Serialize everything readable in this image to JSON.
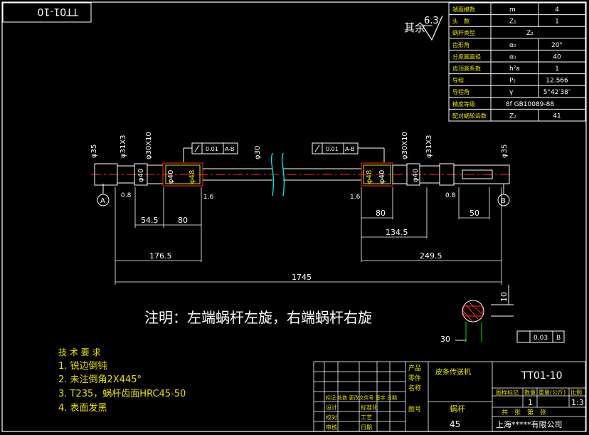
{
  "drawing_no_mirrored": "TT01-10",
  "roughness": {
    "label": "其余",
    "value": "6.3"
  },
  "param_table": [
    {
      "name": "端面模数",
      "sym": "m",
      "val": "4"
    },
    {
      "name": "头　数",
      "sym": "Z₁",
      "val": "1"
    },
    {
      "name": "蜗杆类型",
      "sym": "",
      "val": "Z₂"
    },
    {
      "name": "齿形角",
      "sym": "α₀",
      "val": "20°"
    },
    {
      "name": "分度圆直径",
      "sym": "α₀",
      "val": "40"
    },
    {
      "name": "齿顶高系数",
      "sym": "h²a",
      "val": "1"
    },
    {
      "name": "导程",
      "sym": "P₂",
      "val": "12.566"
    },
    {
      "name": "导程角",
      "sym": "γ",
      "val": "5°42′38″"
    },
    {
      "name": "精度等级",
      "sym": "",
      "val": "8f  GB10089-88"
    },
    {
      "name": "配对蜗轮齿数",
      "sym": "Z₂",
      "val": "41"
    }
  ],
  "dims": {
    "d35": "φ35",
    "d31x3": "φ31X3",
    "d30x10": "φ30X10",
    "d30": "φ30",
    "d40": "φ40",
    "d48": "φ48",
    "tol": "0.01",
    "datum_ab": "A-B",
    "len_545": "54.5",
    "len_80": "80",
    "len_1765": "176.5",
    "len_1745": "1745",
    "len_1345": "134.5",
    "len_2495": "249.5",
    "len_50": "50",
    "r08": "0.8",
    "r16": "1.6",
    "datum_a": "A",
    "datum_b": "B",
    "key_10": "10",
    "key_30": "30",
    "key_tol": "0.03",
    "key_datum": "B"
  },
  "note": "注明：左端蜗杆左旋，右端蜗杆右旋",
  "requirements": {
    "title": "技 术 要 求",
    "items": [
      "1. 锐边倒钝",
      "2. 未注倒角2X445°",
      "3. T235，蜗杆齿面HRC45-50",
      "4. 表面发黑"
    ]
  },
  "title_block": {
    "part_name": "蜗杆",
    "drawing_no": "TT01-10",
    "machine": "皮条传送机",
    "material": "45",
    "scale": "1:3",
    "quantity": "1",
    "company": "上海*****有限公司",
    "hdr_mark": "图样标记",
    "hdr_qty": "数量",
    "hdr_weight": "重量(公斤)",
    "hdr_scale": "比例",
    "sheet": "共　张　第　张",
    "rows_left": [
      "设计",
      "校对",
      "审核"
    ],
    "rows_mid": [
      "标准化",
      "工艺",
      "日期"
    ],
    "change_hdr": "标记 处数 更改文件号 签字 日期",
    "col_labels": [
      "产品",
      "零件",
      "名称",
      "图号"
    ]
  }
}
